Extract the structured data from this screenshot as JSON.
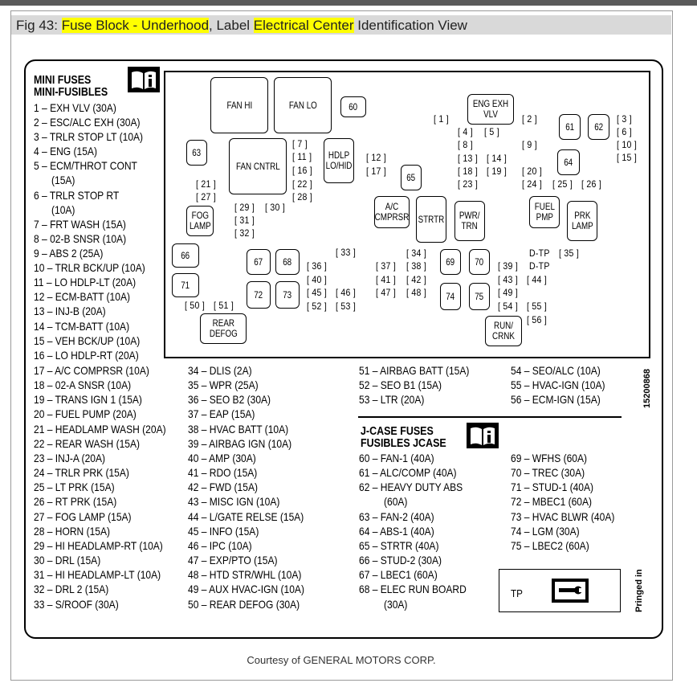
{
  "caption": {
    "prefix": "Fig 43: ",
    "h1": "Fuse Block - Underhood",
    "mid": ", Label ",
    "h2": "Electrical Center",
    "suffix": " Identification View"
  },
  "mini_heading_1": "MINI FUSES",
  "mini_heading_2": "MINI-FUSIBLES",
  "jcase_heading_1": "J-CASE FUSES",
  "jcase_heading_2": "FUSIBLES JCASE",
  "col1": [
    "1 – EXH VLV (30A)",
    "2 – ESC/ALC EXH (30A)",
    "3 – TRLR STOP LT (10A)",
    "4 – ENG (15A)",
    "5 – ECM/THROT CONT",
    "(15A)",
    "6 – TRLR STOP RT",
    "(10A)",
    "7 – FRT WASH (15A)",
    "8 – 02-B SNSR  (10A)",
    "9 – ABS 2 (25A)",
    "10 – TRLR BCK/UP (10A)",
    "11 – LO HDLP-LT (20A)",
    "12 – ECM-BATT (10A)",
    "13 – INJ-B (20A)",
    "14 – TCM-BATT (10A)",
    "15 – VEH BCK/UP (10A)",
    "16 – LO HDLP-RT (20A)",
    "17 – A/C COMPRSR (10A)",
    "18 – 02-A SNSR (10A)",
    "19 – TRANS IGN 1 (15A)",
    "20 – FUEL PUMP (20A)",
    "21 – HEADLAMP WASH (20A)",
    "22 – REAR WASH (15A)",
    "23 – INJ-A (20A)",
    "24 – TRLR PRK (15A)",
    "25 – LT PRK (15A)",
    "26 – RT PRK (15A)",
    "27 – FOG LAMP (15A)",
    "28 – HORN (15A)",
    "29 – HI HEADLAMP-RT (10A)",
    "30 – DRL (15A)",
    "31 – HI HEADLAMP-LT (10A)",
    "32 – DRL 2 (15A)",
    "33 – S/ROOF (30A)"
  ],
  "col2": [
    "34 – DLIS (2A)",
    "35 – WPR (25A)",
    "36 – SEO B2 (30A)",
    "37 – EAP (15A)",
    "38 – HVAC BATT (10A)",
    "39 – AIRBAG IGN (10A)",
    "40 – AMP (30A)",
    "41 – RDO (15A)",
    "42 – FWD (15A)",
    "43 – MISC IGN (10A)",
    "44 – L/GATE RELSE (15A)",
    "45 – INFO (15A)",
    "46 – IPC (10A)",
    "47 – EXP/PTO (15A)",
    "48 – HTD STR/WHL (10A)",
    "49 – AUX HVAC-IGN (10A)",
    "50 – REAR DEFOG (30A)"
  ],
  "col3": [
    "51 – AIRBAG BATT (15A)",
    "52 – SEO B1 (15A)",
    "53 – LTR (20A)"
  ],
  "col4": [
    "54 – SEO/ALC (10A)",
    "55 – HVAC-IGN (10A)",
    "56 – ECM-IGN (15A)"
  ],
  "col5": [
    "60 – FAN-1 (40A)",
    "61 – ALC/COMP (40A)",
    "62 – HEAVY DUTY ABS",
    "(60A)",
    "63 – FAN-2 (40A)",
    "64 – ABS-1 (40A)",
    "65 – STRTR (40A)",
    "66 – STUD-2 (30A)",
    "67 – LBEC1 (60A)",
    "68 – ELEC RUN BOARD",
    "(30A)"
  ],
  "col6": [
    "69 – WFHS (60A)",
    "70 – TREC (30A)",
    "71 – STUD-1 (40A)",
    "72 – MBEC1 (60A)",
    "73 – HVAC BLWR (40A)",
    "74 – LGM (30A)",
    "75 – LBEC2 (60A)"
  ],
  "boxes": {
    "fan_hi": "FAN HI",
    "fan_lo": "FAN LO",
    "fan_cntrl": "FAN CNTRL",
    "hdlp": "HDLP\nLO/HID",
    "eng_exh": "ENG EXH\nVLV",
    "fog": "FOG\nLAMP",
    "ac": "A/C\nCMPRSR",
    "strtr": "STRTR",
    "pwr": "PWR/\nTRN",
    "fuel": "FUEL\nPMP",
    "prk": "PRK\nLAMP",
    "rear_defog": "REAR\nDEFOG",
    "run": "RUN/\nCRNK",
    "n60": "60",
    "n61": "61",
    "n62": "62",
    "n63": "63",
    "n64": "64",
    "n65": "65",
    "n66": "66",
    "n67": "67",
    "n68": "68",
    "n69": "69",
    "n70": "70",
    "n71": "71",
    "n72": "72",
    "n73": "73",
    "n74": "74",
    "n75": "75"
  },
  "small": {
    "s1": "[ 1 ]",
    "s2": "[ 2 ]",
    "s3": "[ 3 ]",
    "s4": "[ 4 ]",
    "s5": "[ 5 ]",
    "s6": "[ 6 ]",
    "s7": "[ 7 ]",
    "s8": "[ 8 ]",
    "s9": "[ 9 ]",
    "s10": "[ 10 ]",
    "s11": "[ 11 ]",
    "s12": "[ 12 ]",
    "s13": "[ 13 ]",
    "s14": "[ 14 ]",
    "s15": "[ 15 ]",
    "s16": "[ 16 ]",
    "s17": "[ 17 ]",
    "s18": "[ 18 ]",
    "s19": "[ 19 ]",
    "s20": "[ 20 ]",
    "s21": "[ 21 ]",
    "s22": "[ 22 ]",
    "s23": "[ 23 ]",
    "s24": "[ 24 ]",
    "s25": "[ 25 ]",
    "s26": "[ 26 ]",
    "s27": "[ 27 ]",
    "s28": "[ 28 ]",
    "s29": "[ 29 ]",
    "s30": "[ 30 ]",
    "s31": "[ 31 ]",
    "s32": "[ 32 ]",
    "s33": "[ 33 ]",
    "s34": "[ 34 ]",
    "s35": "[ 35 ]",
    "s36": "[ 36 ]",
    "s37": "[ 37 ]",
    "s38": "[ 38 ]",
    "s39": "[ 39 ]",
    "s40": "[ 40 ]",
    "s41": "[ 41 ]",
    "s42": "[ 42 ]",
    "s43": "[ 43 ]",
    "s44": "[ 44 ]",
    "s45": "[ 45 ]",
    "s46": "[ 46 ]",
    "s47": "[ 47 ]",
    "s48": "[ 48 ]",
    "s49": "[ 49 ]",
    "s50": "[ 50 ]",
    "s51": "[ 51 ]",
    "s52": "[ 52 ]",
    "s53": "[ 53 ]",
    "s54": "[ 54 ]",
    "s55": "[ 55 ]",
    "s56": "[ 56 ]",
    "tp1": "D-TP",
    "tp2": "D-TP"
  },
  "tp_label": "TP",
  "part_number": "15200868",
  "printed_in": "Pringed in",
  "courtesy": "Courtesy of GENERAL MOTORS CORP.",
  "icons": [
    "book-icon",
    "book-icon",
    "wrench-manual-icon"
  ]
}
